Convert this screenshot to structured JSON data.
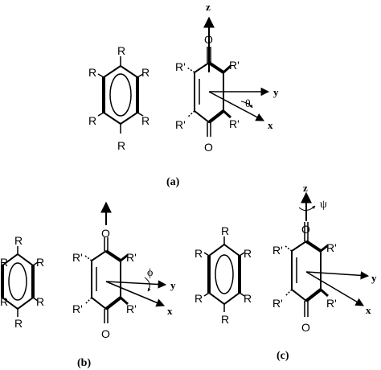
{
  "labels": {
    "R": "R",
    "Rp": "R'",
    "O": "O",
    "x": "x",
    "y": "y",
    "z": "z",
    "theta": "θ",
    "phi": "ϕ",
    "psi": "ψ",
    "cap_a": "(a)",
    "cap_b": "(b)",
    "cap_c": "(c)"
  }
}
